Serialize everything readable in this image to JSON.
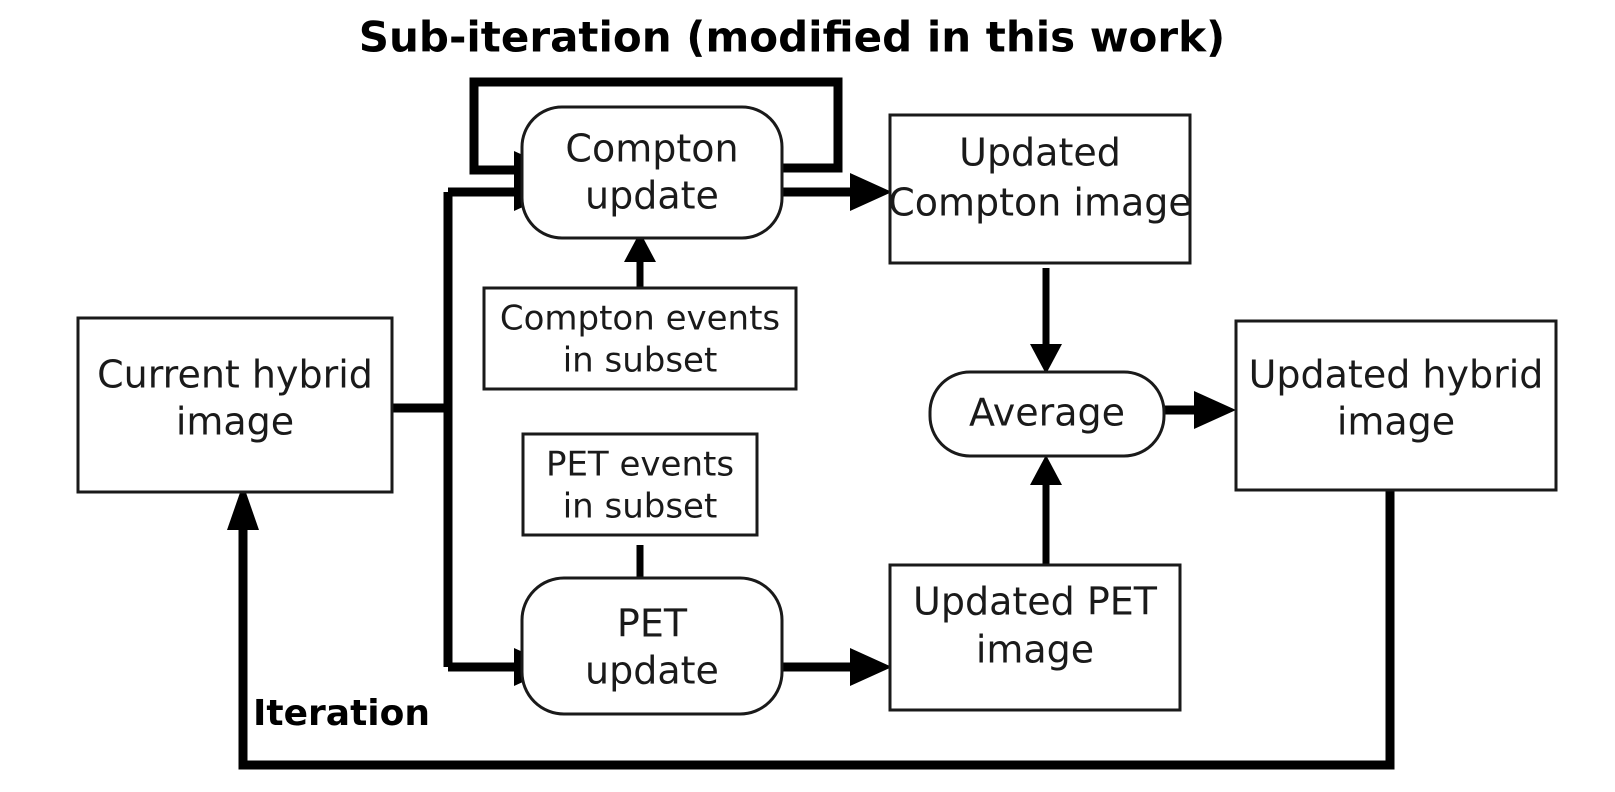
{
  "diagram": {
    "title": "Sub-iteration (modified in this work)",
    "type": "flowchart",
    "background_color": "#ffffff",
    "line_color": "#000000",
    "box_border_color": "#1a1a1a",
    "text_color": "#1a1a1a",
    "nodes": [
      {
        "id": "current-hybrid-image",
        "shape": "rect",
        "line1": "Current hybrid",
        "line2": "image"
      },
      {
        "id": "compton-update",
        "shape": "rounded-rect",
        "line1": "Compton",
        "line2": "update"
      },
      {
        "id": "compton-events-in-subset",
        "shape": "rect",
        "line1": "Compton events",
        "line2": "in subset"
      },
      {
        "id": "pet-events-in-subset",
        "shape": "rect",
        "line1": "PET events",
        "line2": "in subset"
      },
      {
        "id": "pet-update",
        "shape": "rounded-rect",
        "line1": "PET",
        "line2": "update"
      },
      {
        "id": "updated-compton-image",
        "shape": "rect",
        "line1": "Updated",
        "line2": "Compton image"
      },
      {
        "id": "updated-pet-image",
        "shape": "rect",
        "line1": "Updated PET",
        "line2": "image"
      },
      {
        "id": "average",
        "shape": "rounded-rect",
        "line1": "Average",
        "line2": ""
      },
      {
        "id": "updated-hybrid-image",
        "shape": "rect",
        "line1": "Updated hybrid",
        "line2": "image"
      }
    ],
    "edge_labels": {
      "sub_iteration": "Sub-iteration (modified in this work)",
      "iteration": "Iteration"
    },
    "edges": [
      {
        "from": "current-hybrid-image",
        "to": "compton-update"
      },
      {
        "from": "current-hybrid-image",
        "to": "pet-update"
      },
      {
        "from": "compton-events-in-subset",
        "to": "compton-update"
      },
      {
        "from": "pet-events-in-subset",
        "to": "pet-update"
      },
      {
        "from": "compton-update",
        "to": "updated-compton-image"
      },
      {
        "from": "compton-update",
        "to": "compton-update",
        "label": "Sub-iteration (modified in this work)"
      },
      {
        "from": "pet-update",
        "to": "updated-pet-image"
      },
      {
        "from": "updated-compton-image",
        "to": "average"
      },
      {
        "from": "updated-pet-image",
        "to": "average"
      },
      {
        "from": "average",
        "to": "updated-hybrid-image"
      },
      {
        "from": "updated-hybrid-image",
        "to": "current-hybrid-image",
        "label": "Iteration"
      }
    ]
  }
}
